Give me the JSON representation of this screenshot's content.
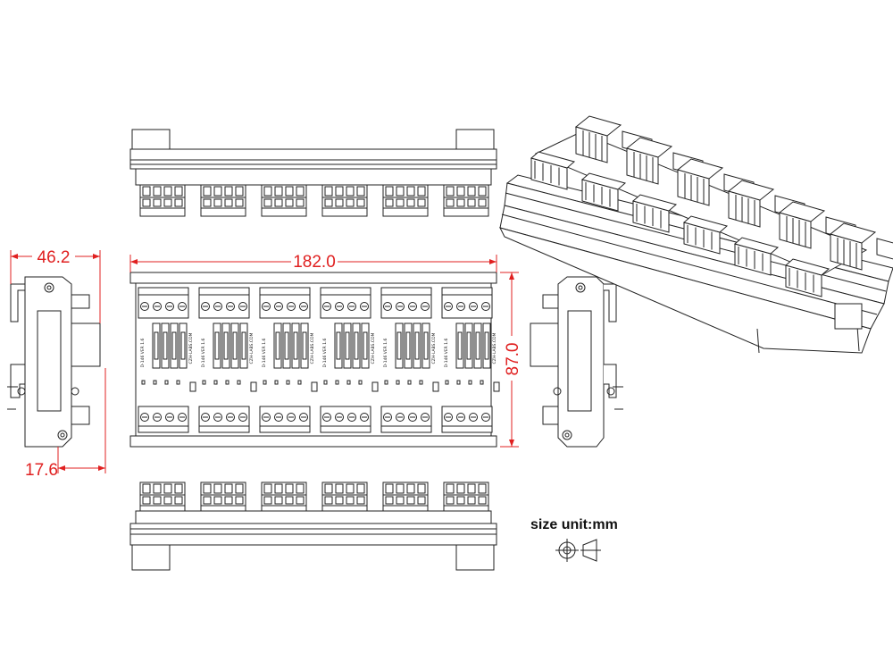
{
  "dimensions": {
    "width": "182.0",
    "height": "87.0",
    "depth": "46.2",
    "rail_offset": "17.6"
  },
  "units": {
    "label": "size unit:mm"
  },
  "board": {
    "version_label": "D-146 VER 1.6",
    "brand_label": "CZH-LABS.COM",
    "module_count": 6,
    "relays_per_module": 4
  },
  "colors": {
    "line": "#222222",
    "dimension": "#e02020",
    "background": "#ffffff"
  }
}
